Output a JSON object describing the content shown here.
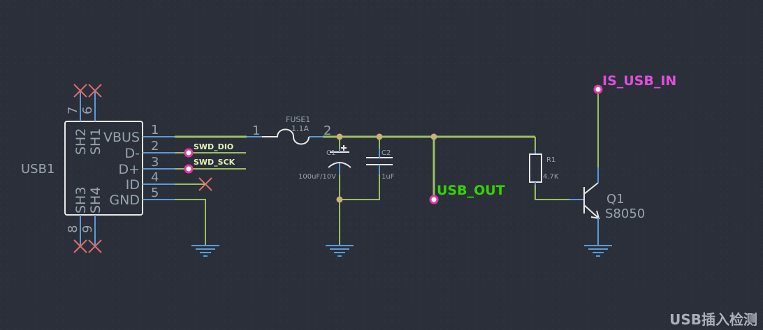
{
  "usb": {
    "ref": "USB1",
    "pins": [
      {
        "num": "1",
        "name": "VBUS"
      },
      {
        "num": "2",
        "name": "D-"
      },
      {
        "num": "3",
        "name": "D+"
      },
      {
        "num": "4",
        "name": "ID"
      },
      {
        "num": "5",
        "name": "GND"
      }
    ],
    "top_pins": [
      {
        "num": "7",
        "name": "SH2"
      },
      {
        "num": "6",
        "name": "SH1"
      }
    ],
    "bottom_pins": [
      {
        "num": "8",
        "name": "SH3"
      },
      {
        "num": "9",
        "name": "SH4"
      }
    ]
  },
  "nets": {
    "swd_dio": "SWD_DIO",
    "swd_sck": "SWD_SCK",
    "usb_out": "USB_OUT",
    "is_usb_in": "IS_USB_IN"
  },
  "fuse": {
    "ref": "FUSE1",
    "value": "1.1A",
    "pin1": "1",
    "pin2": "2"
  },
  "c1": {
    "ref": "C1",
    "value": "100uF/10V"
  },
  "c2": {
    "ref": "C2",
    "value": "1uF"
  },
  "r1": {
    "ref": "R1",
    "value": "4.7K"
  },
  "q1": {
    "ref": "Q1",
    "value": "S8050"
  },
  "caption": "USB插入检测",
  "colors": {
    "background": "#2a2f3a",
    "wire": "#9cbf63",
    "pin": "#5b9bd8",
    "no_connect": "#e06c6c",
    "net_green": "#36d400",
    "net_pink": "#e14fd9"
  }
}
